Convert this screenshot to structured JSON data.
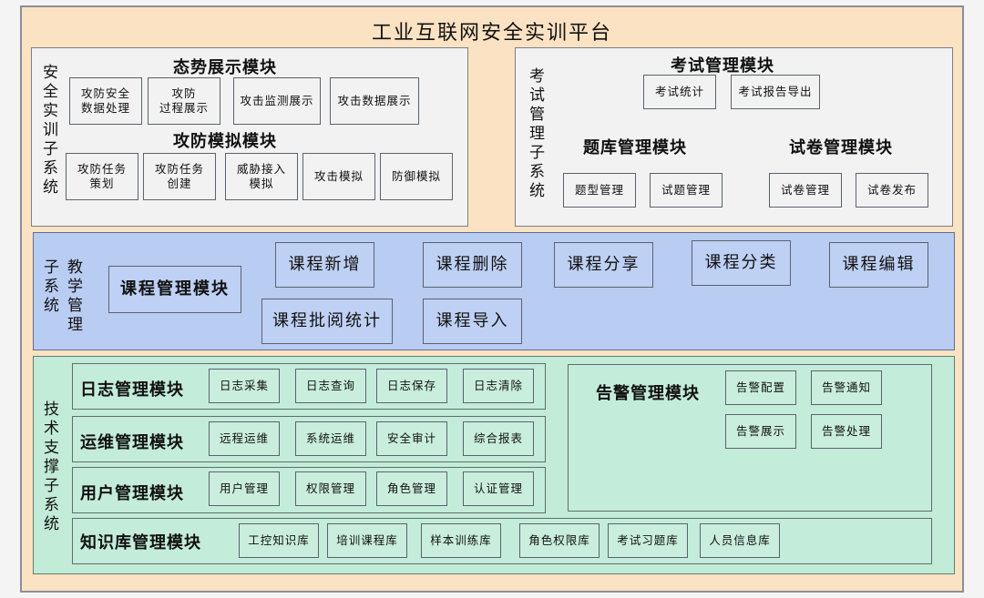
{
  "platform_title": "工业互联网安全实训平台",
  "safety_subsystem": {
    "label": "安\n全\n实\n训\n子\n系\n统",
    "situation_module": {
      "title": "态势展示模块",
      "items": [
        "攻防安全\n数据处理",
        "攻防\n过程展示",
        "攻击监测展示",
        "攻击数据展示"
      ]
    },
    "attack_module": {
      "title": "攻防模拟模块",
      "items": [
        "攻防任务\n策划",
        "攻防任务\n创建",
        "威胁接入\n模拟",
        "攻击模拟",
        "防御模拟"
      ]
    }
  },
  "exam_subsystem": {
    "label": "考\n试\n管\n理\n子\n系\n统",
    "exam_module": {
      "title": "考试管理模块",
      "items": [
        "考试统计",
        "考试报告导出"
      ]
    },
    "question_bank_module": {
      "title": "题库管理模块",
      "items": [
        "题型管理",
        "试题管理"
      ]
    },
    "paper_module": {
      "title": "试卷管理模块",
      "items": [
        "试卷管理",
        "试卷发布"
      ]
    }
  },
  "teaching_subsystem": {
    "label_col1": "子\n系\n统",
    "label_col2": "教\n学\n管\n理",
    "main_module": "课程管理模块",
    "items": [
      "课程新增",
      "课程删除",
      "课程分享",
      "课程分类",
      "课程编辑",
      "课程批阅统计",
      "课程导入"
    ]
  },
  "tech_subsystem": {
    "label": "技\n术\n支\n撑\n子\n系\n统",
    "log_module": {
      "title": "日志管理模块",
      "items": [
        "日志采集",
        "日志查询",
        "日志保存",
        "日志清除"
      ]
    },
    "ops_module": {
      "title": "运维管理模块",
      "items": [
        "远程运维",
        "系统运维",
        "安全审计",
        "综合报表"
      ]
    },
    "user_module": {
      "title": "用户管理模块",
      "items": [
        "用户管理",
        "权限管理",
        "角色管理",
        "认证管理"
      ]
    },
    "knowledge_module": {
      "title": "知识库管理模块",
      "items": [
        "工控知识库",
        "培训课程库",
        "样本训练库",
        "角色权限库",
        "考试习题库",
        "人员信息库"
      ]
    },
    "alarm_module": {
      "title": "告警管理模块",
      "items": [
        "告警配置",
        "告警通知",
        "告警展示",
        "告警处理"
      ]
    }
  }
}
